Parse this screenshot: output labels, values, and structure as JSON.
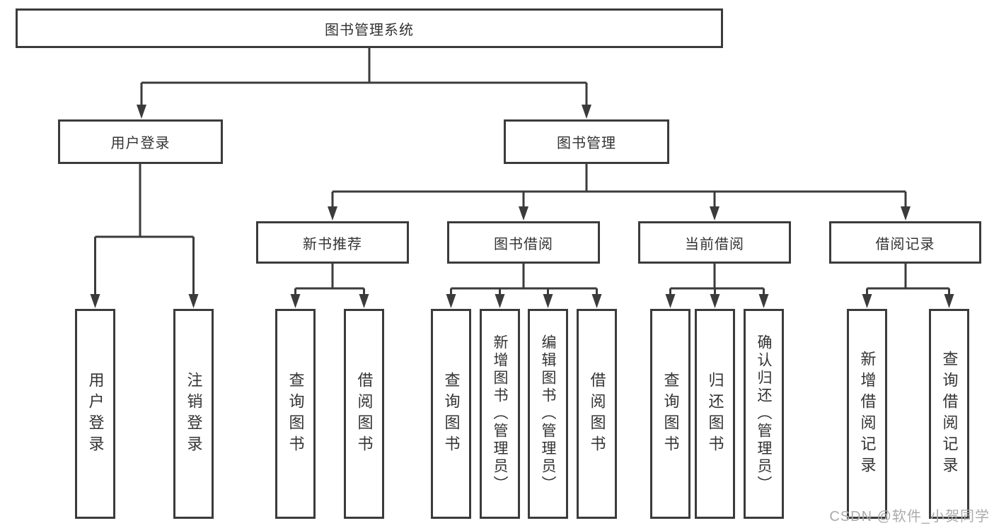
{
  "colors": {
    "line": "#3b3b3b",
    "box_border": "#3b3b3b",
    "text": "#333333",
    "background": "#ffffff",
    "watermark": "#ababab"
  },
  "diagram": {
    "root": {
      "label": "图书管理系统"
    },
    "children": [
      {
        "label": "用户登录",
        "children": [
          {
            "label": "用户登录"
          },
          {
            "label": "注销登录"
          }
        ]
      },
      {
        "label": "图书管理",
        "children": [
          {
            "label": "新书推荐",
            "children": [
              {
                "label": "查询图书"
              },
              {
                "label": "借阅图书"
              }
            ]
          },
          {
            "label": "图书借阅",
            "children": [
              {
                "label": "查询图书"
              },
              {
                "label": "新增图书（管理员）"
              },
              {
                "label": "编辑图书（管理员）"
              },
              {
                "label": "借阅图书"
              }
            ]
          },
          {
            "label": "当前借阅",
            "children": [
              {
                "label": "查询图书"
              },
              {
                "label": "归还图书"
              },
              {
                "label": "确认归还（管理员）"
              }
            ]
          },
          {
            "label": "借阅记录",
            "children": [
              {
                "label": "新增借阅记录"
              },
              {
                "label": "查询借阅记录"
              }
            ]
          }
        ]
      }
    ]
  },
  "watermark": {
    "text": "CSDN @软件_小贺同学"
  }
}
